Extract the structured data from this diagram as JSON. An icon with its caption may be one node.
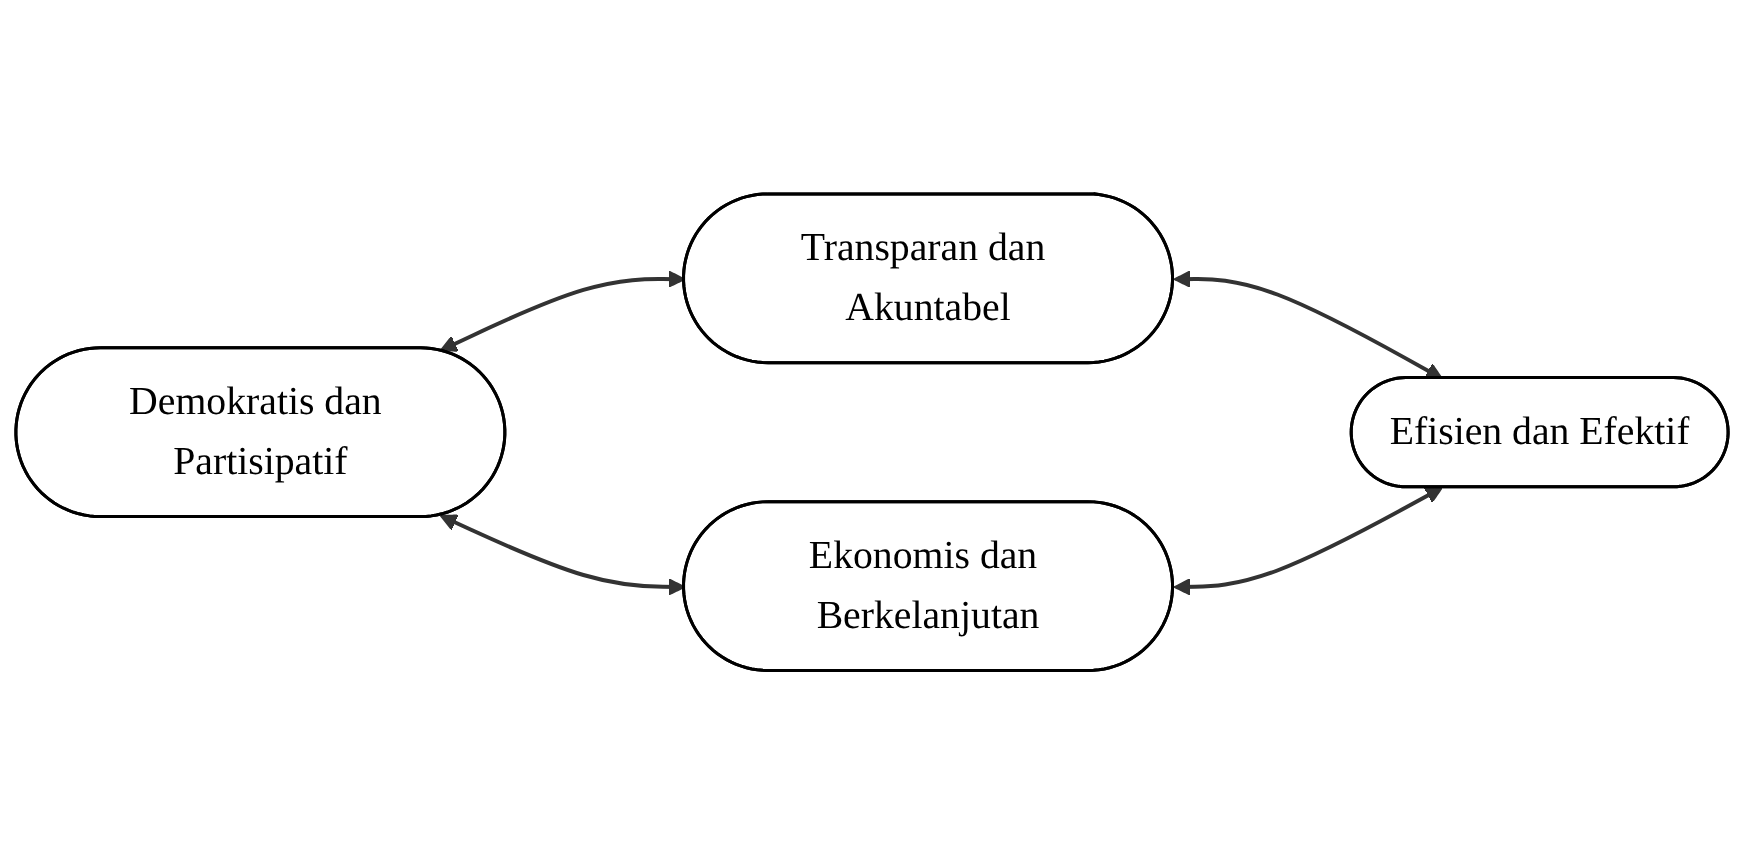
{
  "diagram": {
    "nodes": [
      {
        "text": [
          "Transparan dan Akuntabel"
        ]
      },
      {
        "text": [
          "Demokratis dan Partisipatif"
        ]
      },
      {
        "text": [
          "Efisien dan Efektif"
        ]
      },
      {
        "text": [
          "Ekonomis dan Berkelanjutan"
        ]
      }
    ],
    "edges": [
      {
        "from": 1,
        "to": 0,
        "arrow": "both"
      },
      {
        "from": 0,
        "to": 2,
        "arrow": "both"
      },
      {
        "from": 3,
        "to": 2,
        "arrow": "both"
      },
      {
        "from": 1,
        "to": 3,
        "arrow": "both"
      }
    ]
  }
}
